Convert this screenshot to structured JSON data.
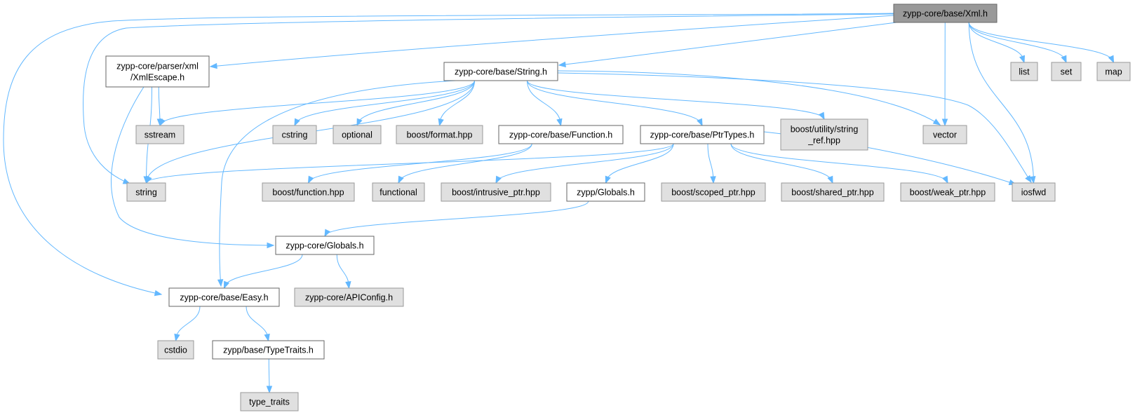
{
  "colors": {
    "root_fill": "#999999",
    "file_fill": "#ffffff",
    "system_fill": "#e0e0e0",
    "system_border": "#999999",
    "border": "#666666",
    "edge": "#63b8ff"
  },
  "nodes": {
    "xml_h": {
      "label": [
        "zypp-core/base/Xml.h"
      ],
      "kind": "root"
    },
    "xmlescape_h": {
      "label": [
        "zypp-core/parser/xml",
        "/XmlEscape.h"
      ],
      "kind": "file"
    },
    "string_h": {
      "label": [
        "zypp-core/base/String.h"
      ],
      "kind": "file"
    },
    "list": {
      "label": [
        "list"
      ],
      "kind": "system"
    },
    "set": {
      "label": [
        "set"
      ],
      "kind": "system"
    },
    "map": {
      "label": [
        "map"
      ],
      "kind": "system"
    },
    "sstream": {
      "label": [
        "sstream"
      ],
      "kind": "system"
    },
    "cstring": {
      "label": [
        "cstring"
      ],
      "kind": "system"
    },
    "optional": {
      "label": [
        "optional"
      ],
      "kind": "system"
    },
    "boost_format": {
      "label": [
        "boost/format.hpp"
      ],
      "kind": "system"
    },
    "function_h": {
      "label": [
        "zypp-core/base/Function.h"
      ],
      "kind": "file"
    },
    "ptrtypes_h": {
      "label": [
        "zypp-core/base/PtrTypes.h"
      ],
      "kind": "file"
    },
    "boost_string_ref": {
      "label": [
        "boost/utility/string",
        "_ref.hpp"
      ],
      "kind": "system"
    },
    "vector": {
      "label": [
        "vector"
      ],
      "kind": "system"
    },
    "string": {
      "label": [
        "string"
      ],
      "kind": "system"
    },
    "boost_function": {
      "label": [
        "boost/function.hpp"
      ],
      "kind": "system"
    },
    "functional": {
      "label": [
        "functional"
      ],
      "kind": "system"
    },
    "boost_intrusive": {
      "label": [
        "boost/intrusive_ptr.hpp"
      ],
      "kind": "system"
    },
    "zypp_globals": {
      "label": [
        "zypp/Globals.h"
      ],
      "kind": "file"
    },
    "boost_scoped": {
      "label": [
        "boost/scoped_ptr.hpp"
      ],
      "kind": "system"
    },
    "boost_shared": {
      "label": [
        "boost/shared_ptr.hpp"
      ],
      "kind": "system"
    },
    "boost_weak": {
      "label": [
        "boost/weak_ptr.hpp"
      ],
      "kind": "system"
    },
    "iosfwd": {
      "label": [
        "iosfwd"
      ],
      "kind": "system"
    },
    "core_globals": {
      "label": [
        "zypp-core/Globals.h"
      ],
      "kind": "file"
    },
    "easy_h": {
      "label": [
        "zypp-core/base/Easy.h"
      ],
      "kind": "file"
    },
    "apiconfig": {
      "label": [
        "zypp-core/APIConfig.h"
      ],
      "kind": "system"
    },
    "cstdio": {
      "label": [
        "cstdio"
      ],
      "kind": "system"
    },
    "typetraits_h": {
      "label": [
        "zypp/base/TypeTraits.h"
      ],
      "kind": "file"
    },
    "type_traits": {
      "label": [
        "type_traits"
      ],
      "kind": "system"
    }
  },
  "edges": [
    [
      "xml_h",
      "xmlescape_h"
    ],
    [
      "xml_h",
      "string_h"
    ],
    [
      "xml_h",
      "string"
    ],
    [
      "xml_h",
      "easy_h"
    ],
    [
      "xml_h",
      "vector"
    ],
    [
      "xml_h",
      "iosfwd"
    ],
    [
      "xml_h",
      "list"
    ],
    [
      "xml_h",
      "set"
    ],
    [
      "xml_h",
      "map"
    ],
    [
      "xmlescape_h",
      "sstream"
    ],
    [
      "xmlescape_h",
      "string"
    ],
    [
      "xmlescape_h",
      "core_globals"
    ],
    [
      "string_h",
      "sstream"
    ],
    [
      "string_h",
      "string"
    ],
    [
      "string_h",
      "easy_h"
    ],
    [
      "string_h",
      "cstring"
    ],
    [
      "string_h",
      "optional"
    ],
    [
      "string_h",
      "boost_format"
    ],
    [
      "string_h",
      "function_h"
    ],
    [
      "string_h",
      "ptrtypes_h"
    ],
    [
      "string_h",
      "boost_string_ref"
    ],
    [
      "string_h",
      "vector"
    ],
    [
      "string_h",
      "iosfwd"
    ],
    [
      "function_h",
      "boost_function"
    ],
    [
      "function_h",
      "functional"
    ],
    [
      "ptrtypes_h",
      "string"
    ],
    [
      "ptrtypes_h",
      "boost_intrusive"
    ],
    [
      "ptrtypes_h",
      "zypp_globals"
    ],
    [
      "ptrtypes_h",
      "boost_scoped"
    ],
    [
      "ptrtypes_h",
      "boost_shared"
    ],
    [
      "ptrtypes_h",
      "boost_weak"
    ],
    [
      "ptrtypes_h",
      "iosfwd"
    ],
    [
      "zypp_globals",
      "core_globals"
    ],
    [
      "core_globals",
      "easy_h"
    ],
    [
      "core_globals",
      "apiconfig"
    ],
    [
      "easy_h",
      "cstdio"
    ],
    [
      "easy_h",
      "typetraits_h"
    ],
    [
      "typetraits_h",
      "type_traits"
    ]
  ]
}
